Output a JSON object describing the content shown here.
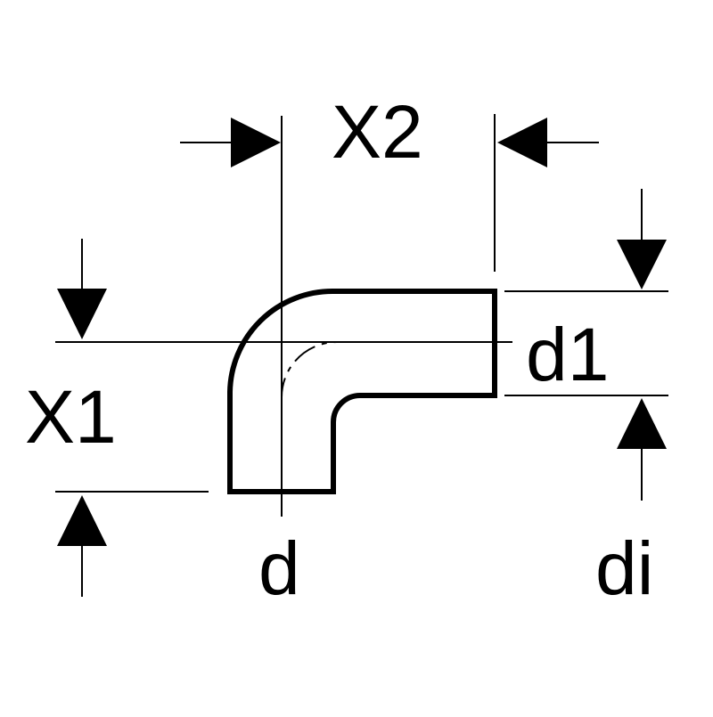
{
  "diagram": {
    "labels": {
      "x2": "X2",
      "x1": "X1",
      "d1": "d1",
      "d": "d",
      "di": "di"
    },
    "colors": {
      "line": "#000000",
      "background": "#ffffff"
    }
  }
}
